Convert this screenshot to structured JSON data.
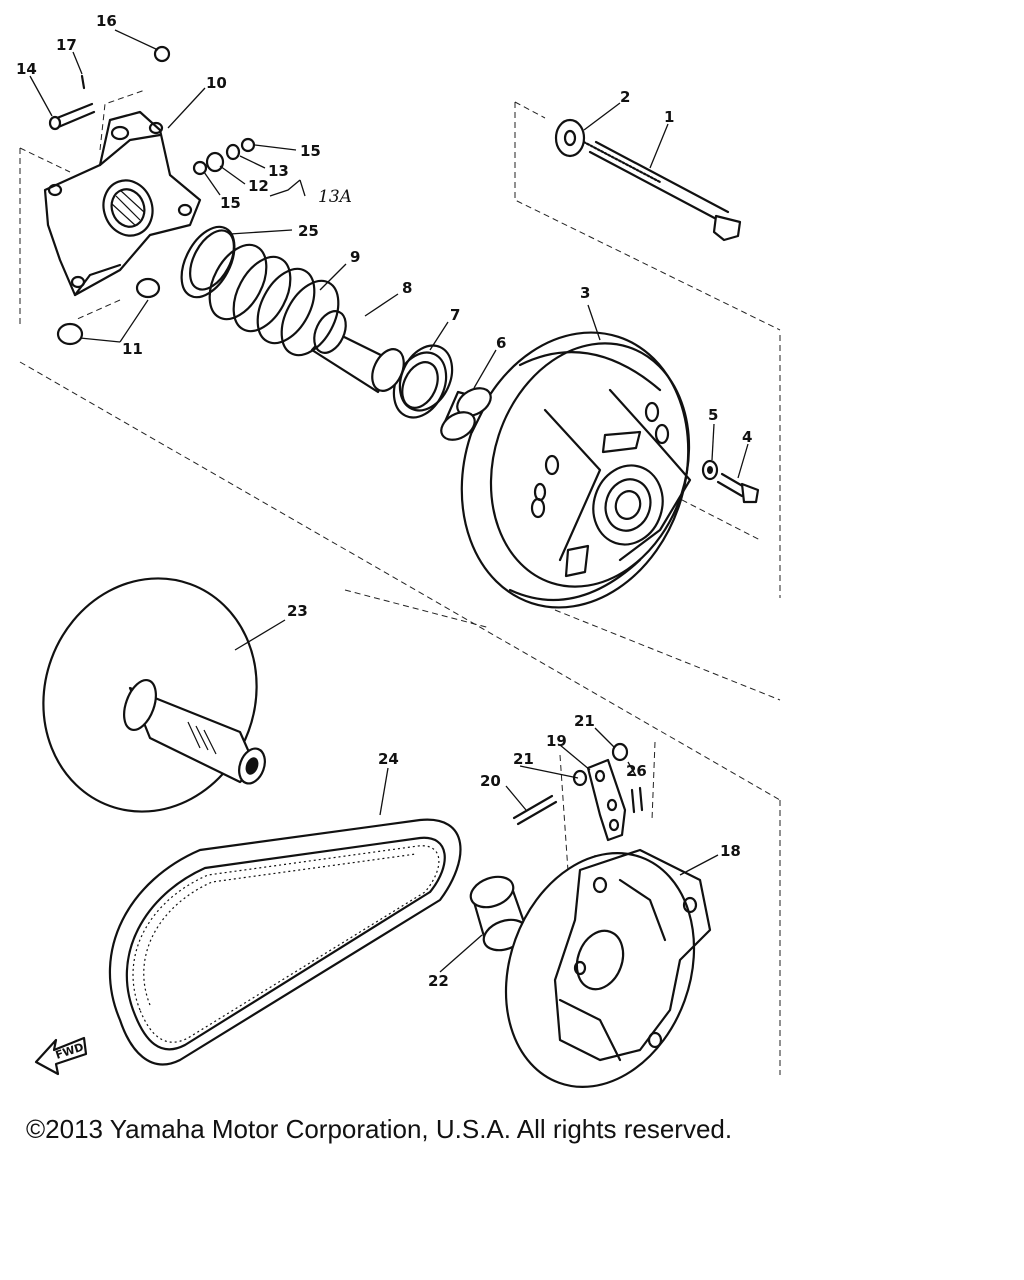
{
  "callouts": {
    "c1": "1",
    "c2": "2",
    "c3": "3",
    "c4": "4",
    "c5": "5",
    "c6": "6",
    "c7": "7",
    "c8": "8",
    "c9": "9",
    "c10": "10",
    "c11": "11",
    "c12": "12",
    "c13": "13",
    "c13a": "13A",
    "c14": "14",
    "c15a": "15",
    "c15b": "15",
    "c16": "16",
    "c17": "17",
    "c18": "18",
    "c19": "19",
    "c20": "20",
    "c21a": "21",
    "c21b": "21",
    "c22": "22",
    "c23": "23",
    "c24": "24",
    "c25": "25",
    "c26": "26"
  },
  "fwd_label": "FWD",
  "copyright": "©2013 Yamaha Motor Corporation, U.S.A. All rights reserved."
}
